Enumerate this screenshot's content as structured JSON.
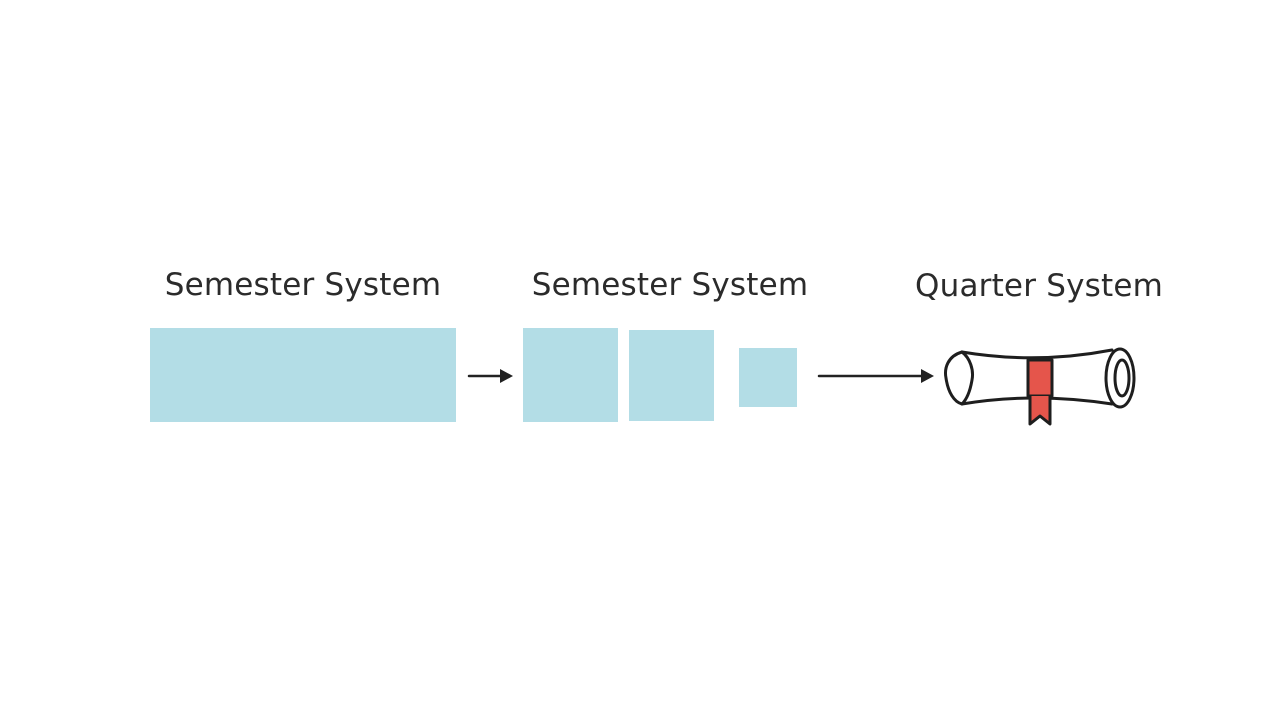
{
  "diagram": {
    "stages": [
      {
        "label": "Semester System"
      },
      {
        "label": "Semester System"
      },
      {
        "label": "Quarter System"
      }
    ],
    "icon": "diploma-scroll-icon",
    "colors": {
      "block_fill": "#b3dde6",
      "text": "#2b2b2b",
      "arrow": "#222222",
      "ribbon": "#e5554b",
      "outline": "#1e1e1e"
    }
  }
}
